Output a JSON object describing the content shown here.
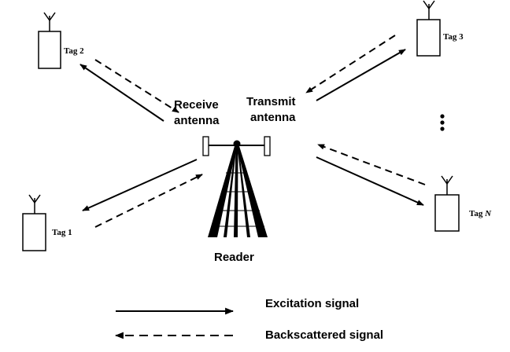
{
  "labels": {
    "receive_antenna_line1": "Receive",
    "receive_antenna_line2": "antenna",
    "transmit_antenna_line1": "Transmit",
    "transmit_antenna_line2": "antenna",
    "reader": "Reader"
  },
  "tags": {
    "tag1": "Tag 1",
    "tag2": "Tag 2",
    "tag3": "Tag 3",
    "tagN_prefix": "Tag ",
    "tagN_italic": "N"
  },
  "legend": {
    "excitation": "Excitation signal",
    "backscattered": "Backscattered signal"
  }
}
